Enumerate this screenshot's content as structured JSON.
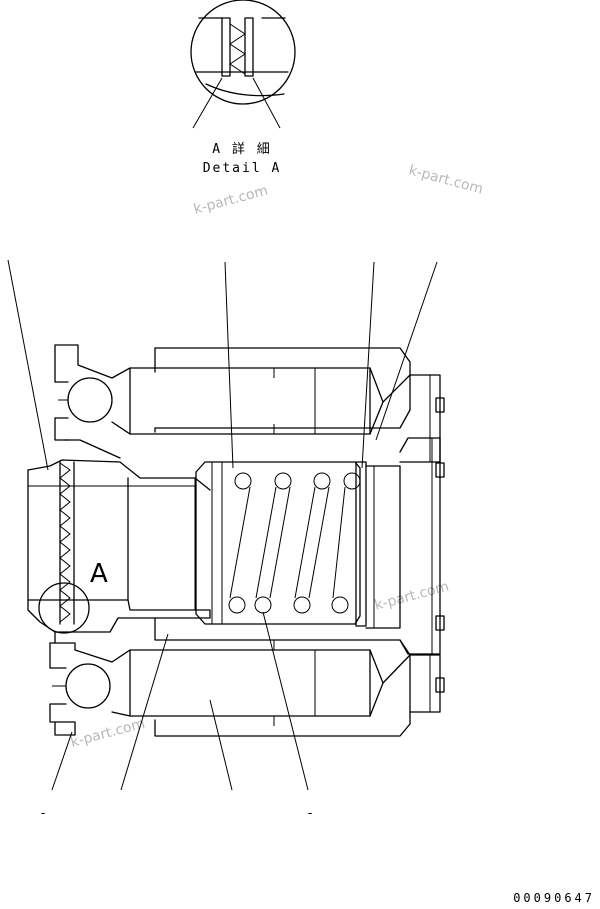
{
  "detail": {
    "title_jp": "A 詳 細",
    "title_en": "Detail A"
  },
  "section_label": "A",
  "watermark": "k-part.com",
  "callout_marks": [
    "-",
    "-"
  ],
  "drawing_number": "00090647"
}
